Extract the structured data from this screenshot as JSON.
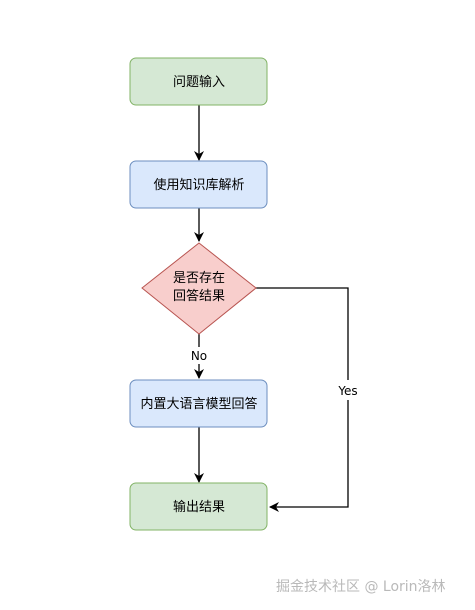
{
  "nodes": {
    "input": {
      "label": "问题输入",
      "fill": "#d5e8d4",
      "stroke": "#82b366"
    },
    "kb_parse": {
      "label": "使用知识库解析",
      "fill": "#dae8fc",
      "stroke": "#6c8ebf"
    },
    "decision": {
      "line1": "是否存在",
      "line2": "回答结果",
      "fill": "#f8cecc",
      "stroke": "#b85450"
    },
    "llm_answer": {
      "label": "内置大语言模型回答",
      "fill": "#dae8fc",
      "stroke": "#6c8ebf"
    },
    "output": {
      "label": "输出结果",
      "fill": "#d5e8d4",
      "stroke": "#82b366"
    }
  },
  "edges": {
    "no_label": "No",
    "yes_label": "Yes"
  },
  "watermark": "掘金技术社区 @ Lorin洛林"
}
